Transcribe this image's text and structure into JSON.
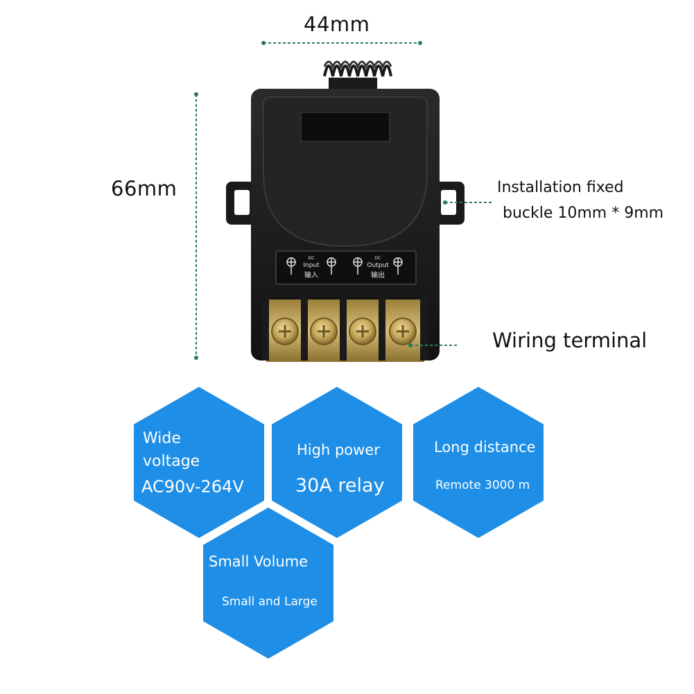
{
  "dimensions": {
    "width_label": "44mm",
    "height_label": "66mm"
  },
  "callouts": {
    "buckle_line1": "Installation fixed",
    "buckle_line2": "buckle 10mm * 9mm",
    "terminal": "Wiring terminal"
  },
  "device": {
    "input_label_top": "DC",
    "input_label": "Input",
    "input_label_cn": "输入",
    "output_label_top": "DC",
    "output_label": "Output",
    "output_label_cn": "输出"
  },
  "features": {
    "wide_voltage": {
      "line1": "Wide",
      "line2": "voltage",
      "detail": "AC90v-264V"
    },
    "high_power": {
      "title": "High power",
      "detail": "30A relay"
    },
    "long_distance": {
      "title": "Long distance",
      "detail": "Remote 3000 m"
    },
    "small_volume": {
      "title": "Small Volume",
      "detail": "Small and Large"
    }
  },
  "colors": {
    "hex_fill": "#1e8ee6",
    "dim_line": "#2e7a5f",
    "device_body": "#1c1c1c",
    "terminal_brass": "#b89a4e"
  }
}
